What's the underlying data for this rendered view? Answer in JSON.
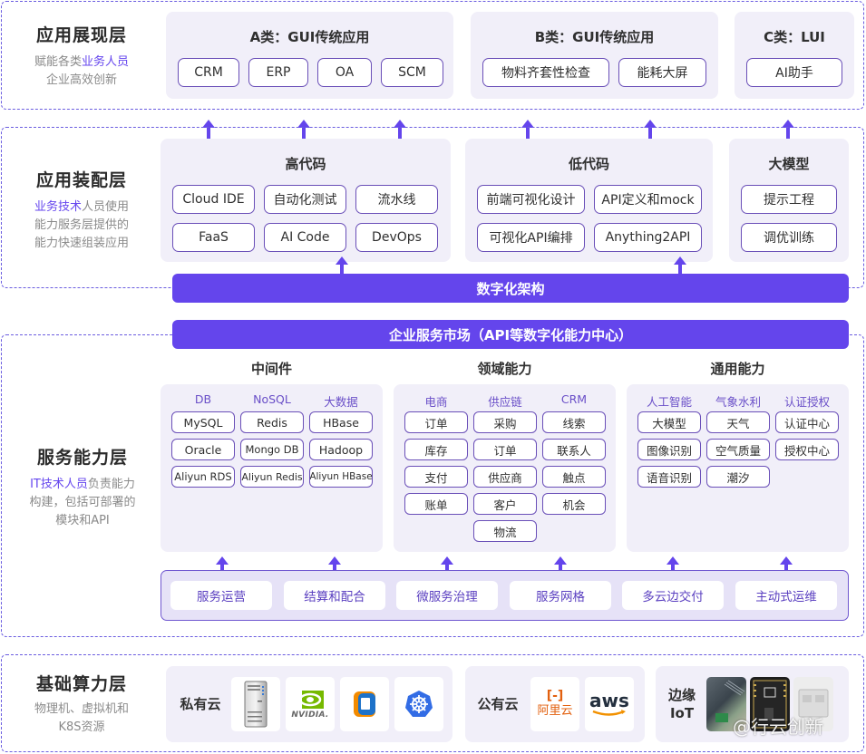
{
  "colors": {
    "accent": "#6445ec",
    "panel_bg": "#f1eff9",
    "chip_border": "#6a4fb8",
    "subhead": "#6a4fc8",
    "desc_gray": "#8a8a8a"
  },
  "layers": {
    "presentation": {
      "title": "应用展现层",
      "desc_line1_prefix": "赋能各类",
      "desc_line1_highlight": "业务人员",
      "desc_line2": "企业高效创新",
      "panels": [
        {
          "title": "A类：GUI传统应用",
          "items": [
            "CRM",
            "ERP",
            "OA",
            "SCM"
          ]
        },
        {
          "title": "B类：GUI传统应用",
          "items": [
            "物料齐套性检查",
            "能耗大屏"
          ]
        },
        {
          "title": "C类：LUI",
          "items": [
            "AI助手"
          ]
        }
      ]
    },
    "assembly": {
      "title": "应用装配层",
      "desc_line1_highlight": "业务技术",
      "desc_line1_suffix": "人员使用",
      "desc_line2": "能力服务层提供的",
      "desc_line3": "能力快速组装应用",
      "panels": [
        {
          "title": "高代码",
          "items": [
            "Cloud IDE",
            "自动化测试",
            "流水线",
            "FaaS",
            "AI Code",
            "DevOps"
          ]
        },
        {
          "title": "低代码",
          "items": [
            "前端可视化设计",
            "API定义和mock",
            "可视化API编排",
            "Anything2API"
          ]
        },
        {
          "title": "大模型",
          "items": [
            "提示工程",
            "调优训练"
          ]
        }
      ]
    },
    "digital_arch_bar": "数字化架构",
    "market_bar": "企业服务市场（API等数字化能力中心）",
    "service": {
      "title": "服务能力层",
      "desc_line1_highlight": "IT技术人员",
      "desc_line1_suffix": "负责能力",
      "desc_line2": "构建，包括可部署的",
      "desc_line3": "模块和API",
      "sections": [
        {
          "title": "中间件",
          "columns": [
            {
              "head": "DB",
              "items": [
                "MySQL",
                "Oracle",
                "Aliyun RDS"
              ]
            },
            {
              "head": "NoSQL",
              "items": [
                "Redis",
                "Mongo DB",
                "Aliyun Redis"
              ]
            },
            {
              "head": "大数据",
              "items": [
                "HBase",
                "Hadoop",
                "Aliyun HBase"
              ]
            }
          ]
        },
        {
          "title": "领域能力",
          "columns": [
            {
              "head": "电商",
              "items": [
                "订单",
                "库存",
                "支付",
                "账单"
              ]
            },
            {
              "head": "供应链",
              "items": [
                "采购",
                "订单",
                "供应商",
                "客户",
                "物流"
              ]
            },
            {
              "head": "CRM",
              "items": [
                "线索",
                "联系人",
                "触点",
                "机会"
              ]
            }
          ]
        },
        {
          "title": "通用能力",
          "columns": [
            {
              "head": "人工智能",
              "items": [
                "大模型",
                "图像识别",
                "语音识别"
              ]
            },
            {
              "head": "气象水利",
              "items": [
                "天气",
                "空气质量",
                "潮汐"
              ]
            },
            {
              "head": "认证授权",
              "items": [
                "认证中心",
                "授权中心"
              ]
            }
          ]
        }
      ],
      "governance": [
        "服务运营",
        "结算和配合",
        "微服务治理",
        "服务网格",
        "多云边交付",
        "主动式运维"
      ]
    },
    "infra": {
      "title": "基础算力层",
      "desc_line1": "物理机、虚拟机和",
      "desc_line2": "K8S资源",
      "private_cloud": {
        "label": "私有云",
        "logos": [
          "server-icon",
          "nvidia-logo",
          "vmware-logo",
          "kubernetes-logo"
        ]
      },
      "public_cloud": {
        "label": "公有云",
        "aliyun_text": "阿里云",
        "aliyun_mark": "[-]",
        "aws_text": "aws"
      },
      "edge": {
        "label_line1": "边缘",
        "label_line2": "IoT",
        "photos": [
          "iot-gateway-photo",
          "iot-board-photo",
          "iot-meter-photo"
        ]
      }
    }
  },
  "watermark": "@行云创新",
  "nvidia_text": "NVIDIA."
}
